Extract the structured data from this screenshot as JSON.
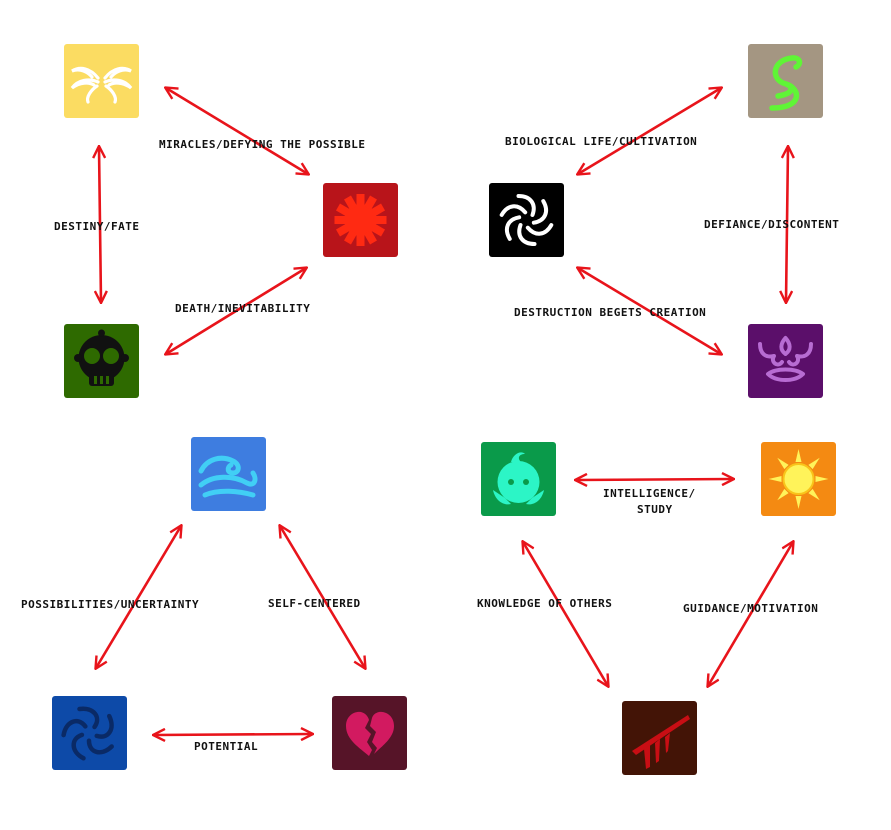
{
  "colors": {
    "arrow": "#e8141b",
    "text": "#111111"
  },
  "nodes": [
    {
      "id": "wings",
      "icon": "wings-icon",
      "bg": "#fbdc62",
      "fg": "#ffffff"
    },
    {
      "id": "gear",
      "icon": "gear-burst-icon",
      "bg": "#b8141a",
      "fg": "#ff2a12"
    },
    {
      "id": "skull",
      "icon": "skull-icon",
      "bg": "#2e6a00",
      "fg": "#111111"
    },
    {
      "id": "sprout",
      "icon": "sprout-icon",
      "bg": "#a49682",
      "fg": "#5ff536"
    },
    {
      "id": "spiral",
      "icon": "spiral-vortex-icon",
      "bg": "#000000",
      "fg": "#ffffff"
    },
    {
      "id": "mask",
      "icon": "mask-face-icon",
      "bg": "#5b0f6a",
      "fg": "#b76cd2"
    },
    {
      "id": "wave",
      "icon": "wave-icon",
      "bg": "#3e7de0",
      "fg": "#41cff5"
    },
    {
      "id": "drop",
      "icon": "flask-drop-icon",
      "bg": "#0a9a4a",
      "fg": "#2cf5c6"
    },
    {
      "id": "sun",
      "icon": "sun-icon",
      "bg": "#f48a12",
      "fg": "#fff35a"
    },
    {
      "id": "whirl",
      "icon": "whirlpool-icon",
      "bg": "#0d4aa8",
      "fg": "#0a2a66"
    },
    {
      "id": "heart",
      "icon": "broken-heart-icon",
      "bg": "#561428",
      "fg": "#d21a60"
    },
    {
      "id": "claw",
      "icon": "claw-slash-icon",
      "bg": "#431406",
      "fg": "#c80e14"
    }
  ],
  "edges": [
    {
      "label": "MIRACLES/DEFYING THE POSSIBLE"
    },
    {
      "label": "DESTINY/FATE"
    },
    {
      "label": "DEATH/INEVITABILITY"
    },
    {
      "label": "BIOLOGICAL LIFE/CULTIVATION"
    },
    {
      "label": "DEFIANCE/DISCONTENT"
    },
    {
      "label": "DESTRUCTION BEGETS CREATION"
    },
    {
      "label": "POSSIBILITIES/UNCERTAINTY"
    },
    {
      "label": "SELF-CENTERED"
    },
    {
      "label": "POTENTIAL"
    },
    {
      "label": "INTELLIGENCE/"
    },
    {
      "label": "STUDY"
    },
    {
      "label": "KNOWLEDGE OF OTHERS"
    },
    {
      "label": "GUIDANCE/MOTIVATION"
    }
  ]
}
